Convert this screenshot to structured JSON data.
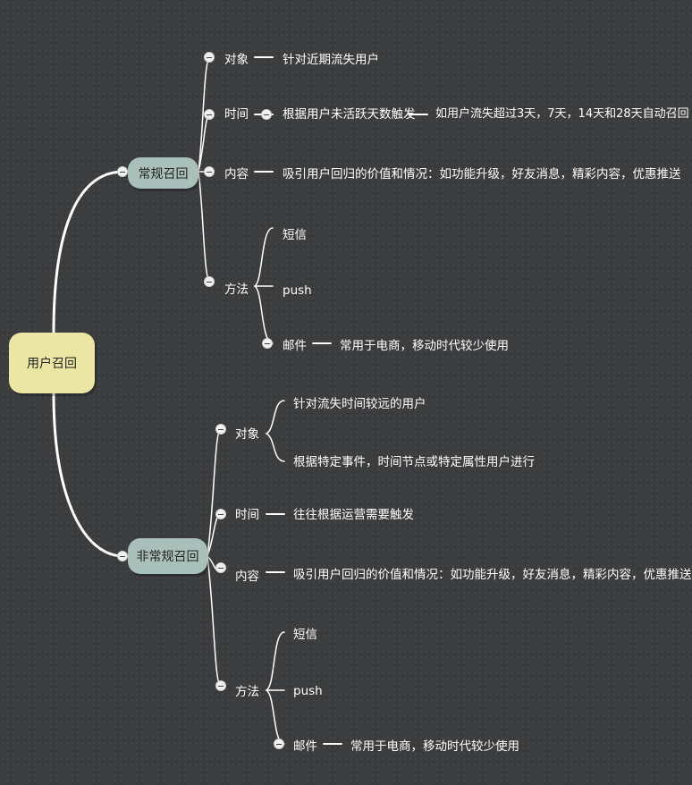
{
  "root": {
    "label": "用户召回"
  },
  "branches": [
    {
      "label": "常规召回",
      "children": [
        {
          "label": "对象",
          "detail": "针对近期流失用户"
        },
        {
          "label": "时间",
          "detail": "根据用户未活跃天数触发",
          "detail2": "如用户流失超过3天，7天，14天和28天自动召回"
        },
        {
          "label": "内容",
          "detail": "吸引用户回归的价值和情况：如功能升级，好友消息，精彩内容，优惠推送"
        },
        {
          "label": "方法",
          "items": [
            "短信",
            "push",
            "邮件"
          ],
          "item_detail": "常用于电商，移动时代较少使用"
        }
      ]
    },
    {
      "label": "非常规召回",
      "children": [
        {
          "label": "对象",
          "items": [
            "针对流失时间较远的用户",
            "根据特定事件，时间节点或特定属性用户进行"
          ]
        },
        {
          "label": "时间",
          "detail": "往往根据运营需要触发"
        },
        {
          "label": "内容",
          "detail": "吸引用户回归的价值和情况：如功能升级，好友消息，精彩内容，优惠推送"
        },
        {
          "label": "方法",
          "items": [
            "短信",
            "push",
            "邮件"
          ],
          "item_detail": "常用于电商，移动时代较少使用"
        }
      ]
    }
  ],
  "colors": {
    "background": "#3a3c3e",
    "root_fill": "#ece6a4",
    "branch_fill": "#a9bfba",
    "line": "#ffffff"
  }
}
